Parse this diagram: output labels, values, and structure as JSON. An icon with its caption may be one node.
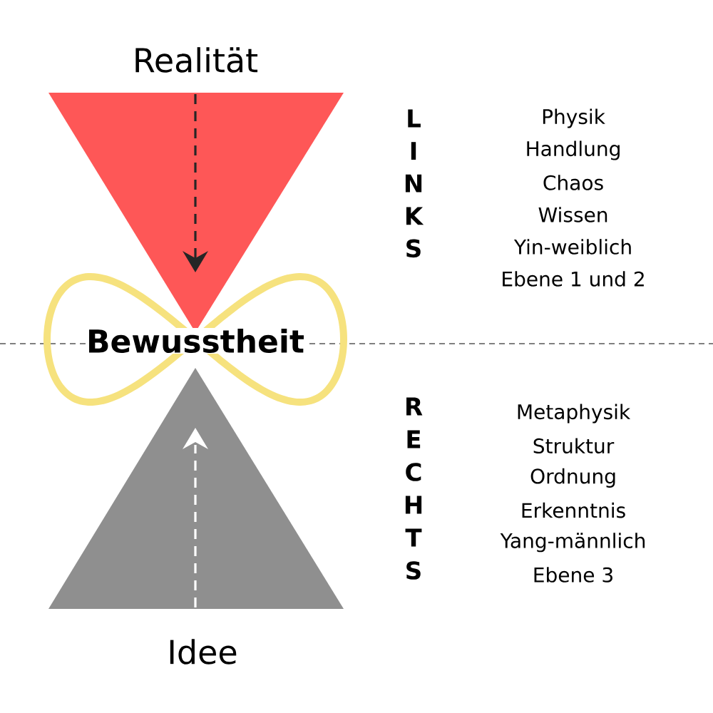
{
  "diagram": {
    "nodes": [
      {
        "text": [
          "Realität"
        ]
      },
      {
        "text": [
          "Bewusstheit"
        ]
      },
      {
        "text": [
          "Idee"
        ]
      }
    ],
    "labels": [
      "L",
      "I",
      "N",
      "K",
      "S",
      "Physik",
      "Handlung",
      "Chaos",
      "Wissen",
      "Yin-weiblich",
      "Ebene 1 und 2",
      "R",
      "E",
      "C",
      "H",
      "T",
      "S",
      "Metaphysik",
      "Struktur",
      "Ordnung",
      "Erkenntnis",
      "Yang-männlich",
      "Ebene 3"
    ]
  }
}
